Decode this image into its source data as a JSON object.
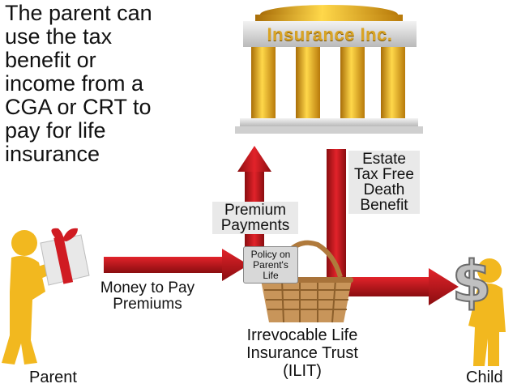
{
  "intro_text": "The parent can use the tax benefit or income from a CGA or CRT to pay for life insurance",
  "bank": {
    "title": "Insurance Inc."
  },
  "labels": {
    "premium_payments": "Premium Payments",
    "estate_tax_free": "Estate Tax Free Death Benefit",
    "money_to_pay": "Money to Pay Premiums",
    "policy": "Policy on Parent's Life",
    "ilit": "Irrevocable Life Insurance Trust (ILIT)",
    "parent": "Parent",
    "child": "Child"
  },
  "colors": {
    "arrow_red": "#c8141b",
    "arrow_dark": "#8a0d10",
    "gold": "#d9a426",
    "figure": "#f2b81f"
  },
  "icons": [
    "bank-building-icon",
    "gift-box-icon",
    "basket-icon",
    "dollar-sign-icon",
    "person-icon"
  ]
}
